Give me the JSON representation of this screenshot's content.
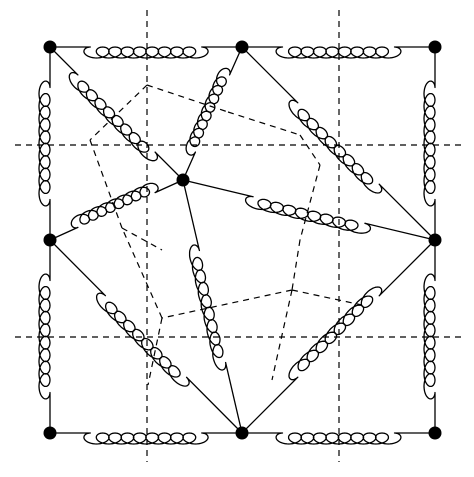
{
  "diagram": {
    "type": "spring-network",
    "colors": {
      "background": "#ffffff",
      "stroke": "#000000"
    },
    "nodes": [
      {
        "id": "top-left"
      },
      {
        "id": "top-middle"
      },
      {
        "id": "top-right"
      },
      {
        "id": "middle-left"
      },
      {
        "id": "center"
      },
      {
        "id": "middle-right"
      },
      {
        "id": "bottom-left"
      },
      {
        "id": "bottom-middle"
      },
      {
        "id": "bottom-right"
      }
    ],
    "springs": [
      {
        "from": "top-left",
        "to": "top-middle"
      },
      {
        "from": "top-middle",
        "to": "top-right"
      },
      {
        "from": "bottom-left",
        "to": "bottom-middle"
      },
      {
        "from": "bottom-middle",
        "to": "bottom-right"
      },
      {
        "from": "top-left",
        "to": "middle-left"
      },
      {
        "from": "middle-left",
        "to": "bottom-left"
      },
      {
        "from": "top-right",
        "to": "middle-right"
      },
      {
        "from": "middle-right",
        "to": "bottom-right"
      },
      {
        "from": "top-left",
        "to": "center"
      },
      {
        "from": "top-middle",
        "to": "center"
      },
      {
        "from": "top-middle",
        "to": "middle-right"
      },
      {
        "from": "center",
        "to": "middle-right"
      },
      {
        "from": "center",
        "to": "middle-left"
      },
      {
        "from": "center",
        "to": "bottom-middle"
      },
      {
        "from": "middle-left",
        "to": "bottom-middle"
      },
      {
        "from": "middle-right",
        "to": "bottom-middle"
      }
    ],
    "grid_lines": "dashed",
    "cell_edges": "dashed"
  }
}
